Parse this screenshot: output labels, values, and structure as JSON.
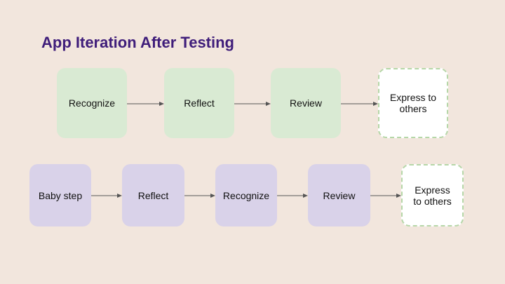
{
  "title": "App Iteration After Testing",
  "colors": {
    "background": "#f2e6dd",
    "title": "#3f1d7a",
    "green_node": "#d9ead3",
    "purple_node": "#d9d2e9",
    "outline_dash": "#b6d7a8",
    "arrow": "#555555"
  },
  "row1": {
    "steps": [
      "Recognize",
      "Reflect",
      "Review"
    ],
    "final": {
      "line1": "Express to",
      "line2": "others"
    }
  },
  "row2": {
    "steps": [
      "Baby step",
      "Reflect",
      "Recognize",
      "Review"
    ],
    "final": {
      "line1": "Express",
      "line2": "to others"
    }
  }
}
